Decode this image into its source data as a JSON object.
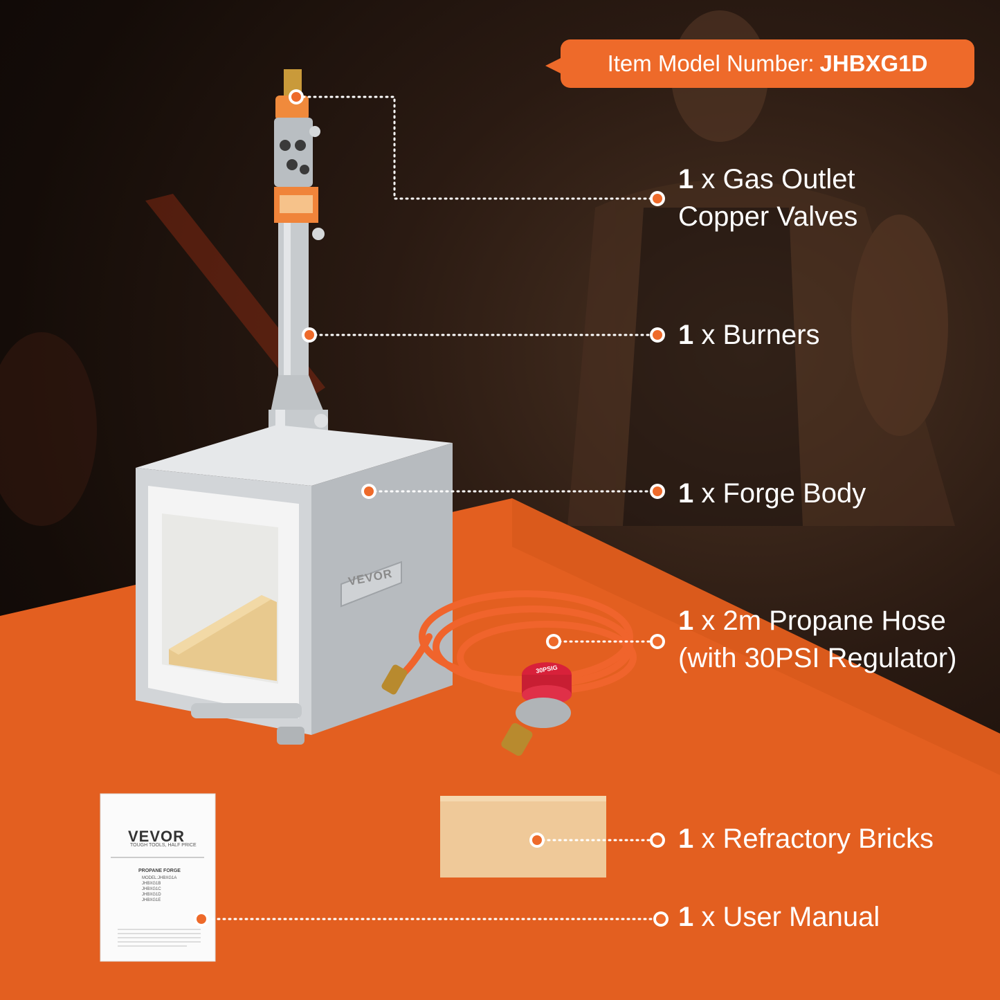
{
  "badge": {
    "label": "Item Model Number:",
    "value": "JHBXG1D"
  },
  "callouts": [
    {
      "qty": "1",
      "line1": " x Gas Outlet",
      "line2": "Copper Valves"
    },
    {
      "qty": "1",
      "line1": " x Burners",
      "line2": ""
    },
    {
      "qty": "1",
      "line1": " x Forge Body",
      "line2": ""
    },
    {
      "qty": "1",
      "line1": " x 2m Propane Hose",
      "line2": "(with 30PSI Regulator)"
    },
    {
      "qty": "1",
      "line1": " x Refractory Bricks",
      "line2": ""
    },
    {
      "qty": "1",
      "line1": " x User Manual",
      "line2": ""
    }
  ],
  "product": {
    "brand_plate": "VEVOR",
    "regulator_label": "30PSIG"
  },
  "manual": {
    "brand": "VEVOR",
    "tagline": "TOUGH TOOLS, HALF PRICE",
    "title": "PROPANE FORGE",
    "models": [
      "MODEL:JHBXG1A",
      "JHBXG1B",
      "JHBXG1C",
      "JHBXG1D",
      "JHBXG1E"
    ]
  },
  "colors": {
    "accent": "#ee6a2a",
    "text": "#ffffff"
  }
}
